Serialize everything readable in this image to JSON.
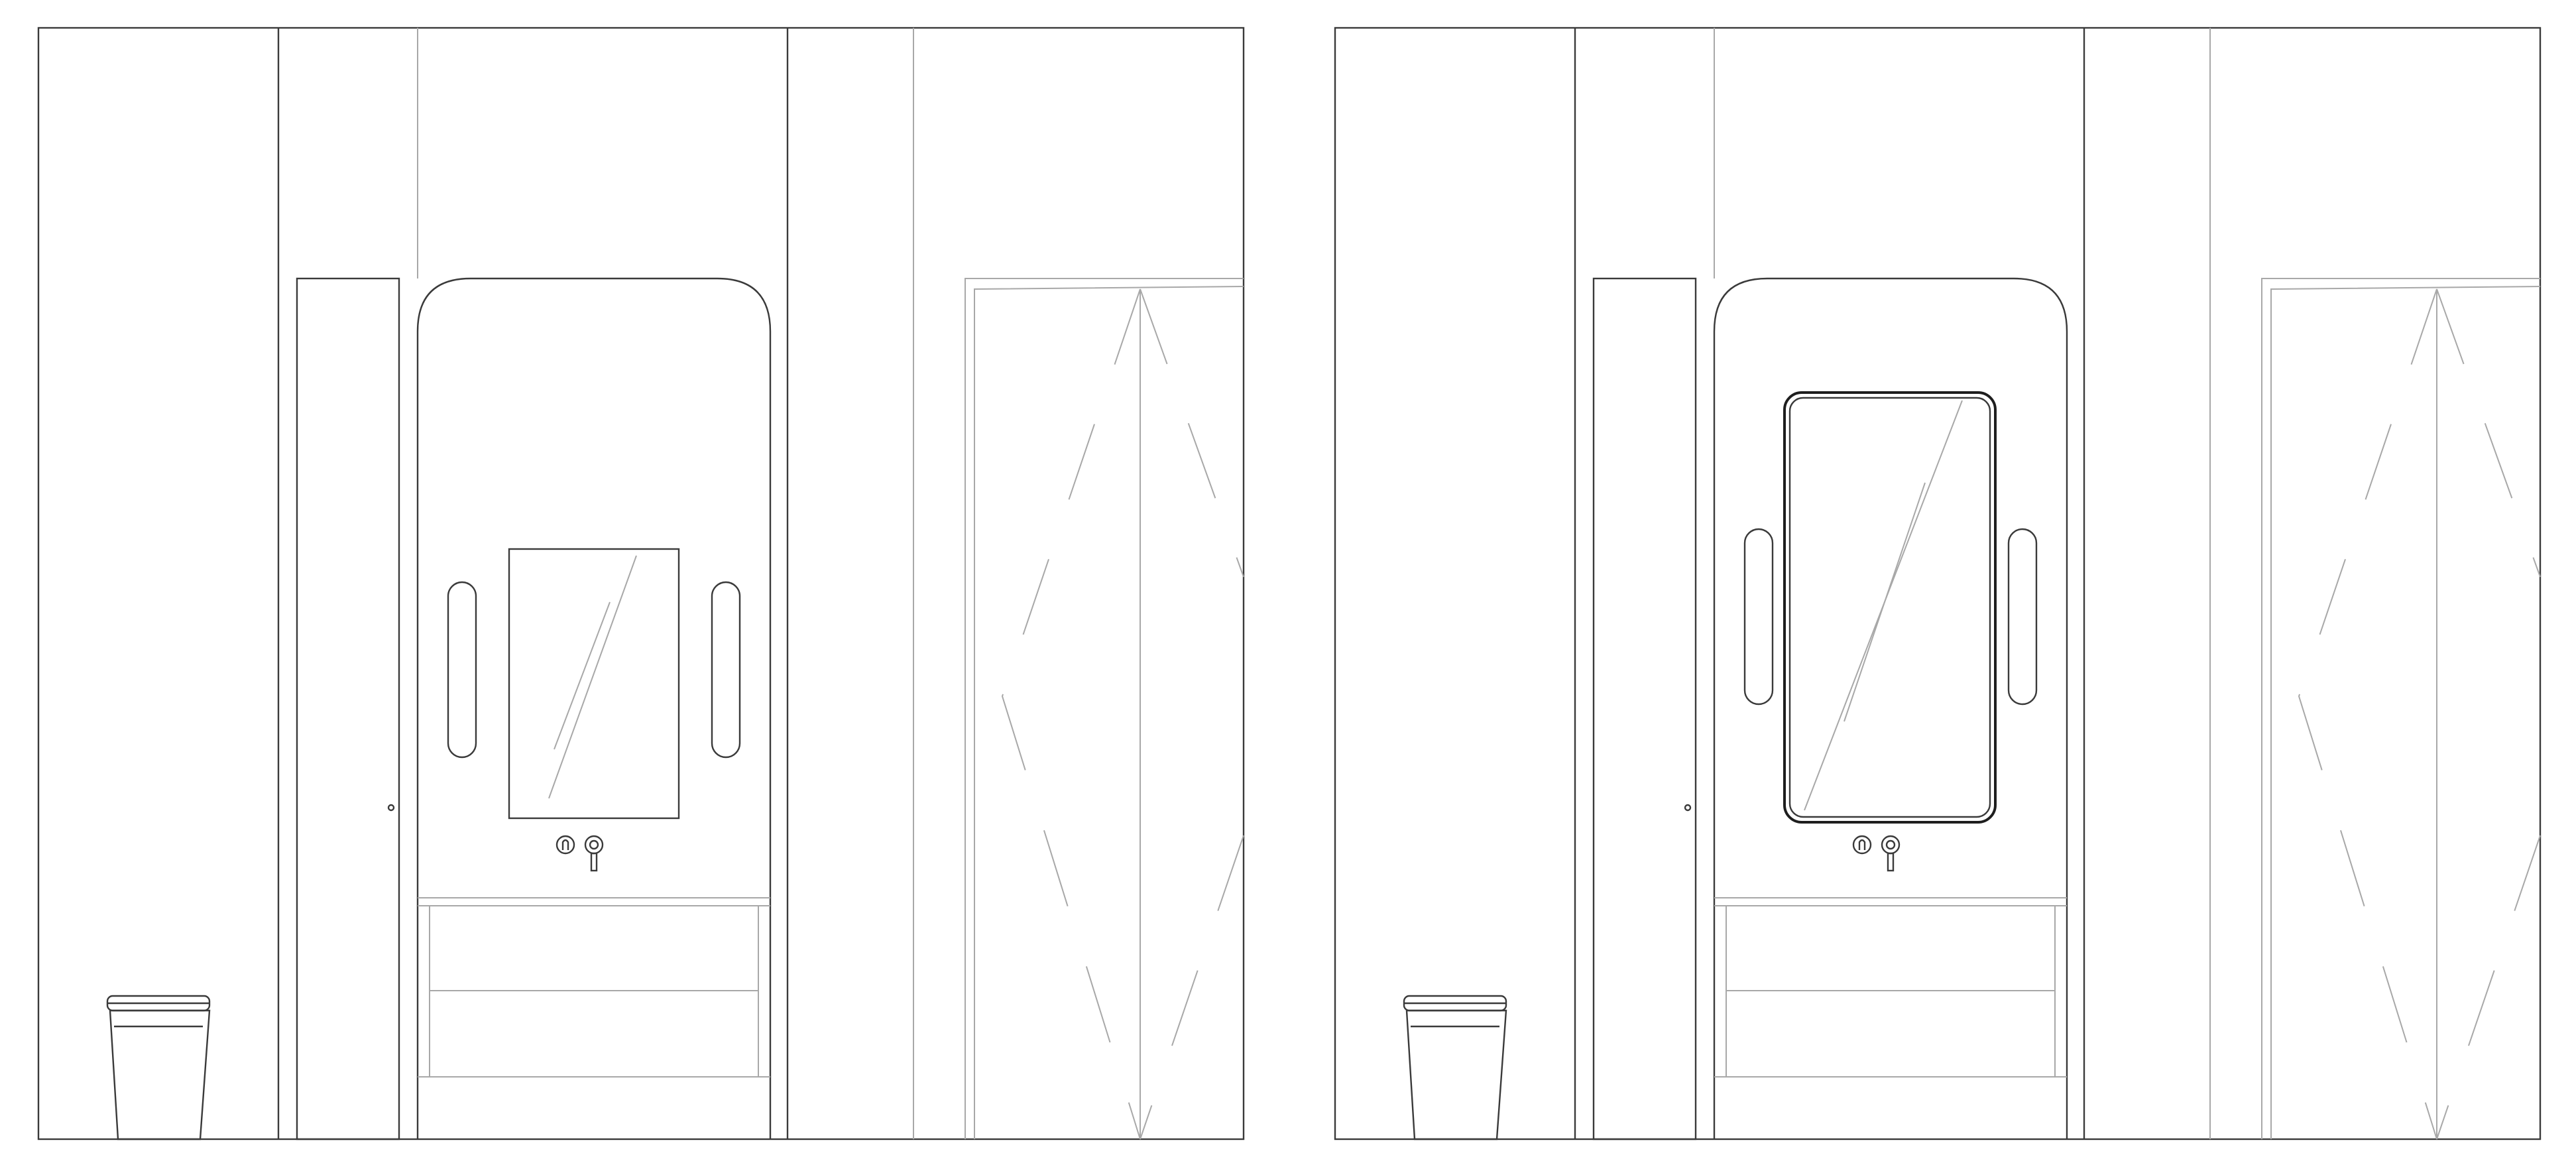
{
  "drawing": {
    "type": "interior-elevation",
    "panels": [
      {
        "id": "left",
        "mirror_shape": "rectangular"
      },
      {
        "id": "right",
        "mirror_shape": "rounded-rectangle"
      }
    ]
  },
  "colors": {
    "background": "#ffffff",
    "line": "#3a3a3a",
    "heavy_line": "#1e1e1e",
    "light_line": "#a8a8a8"
  }
}
